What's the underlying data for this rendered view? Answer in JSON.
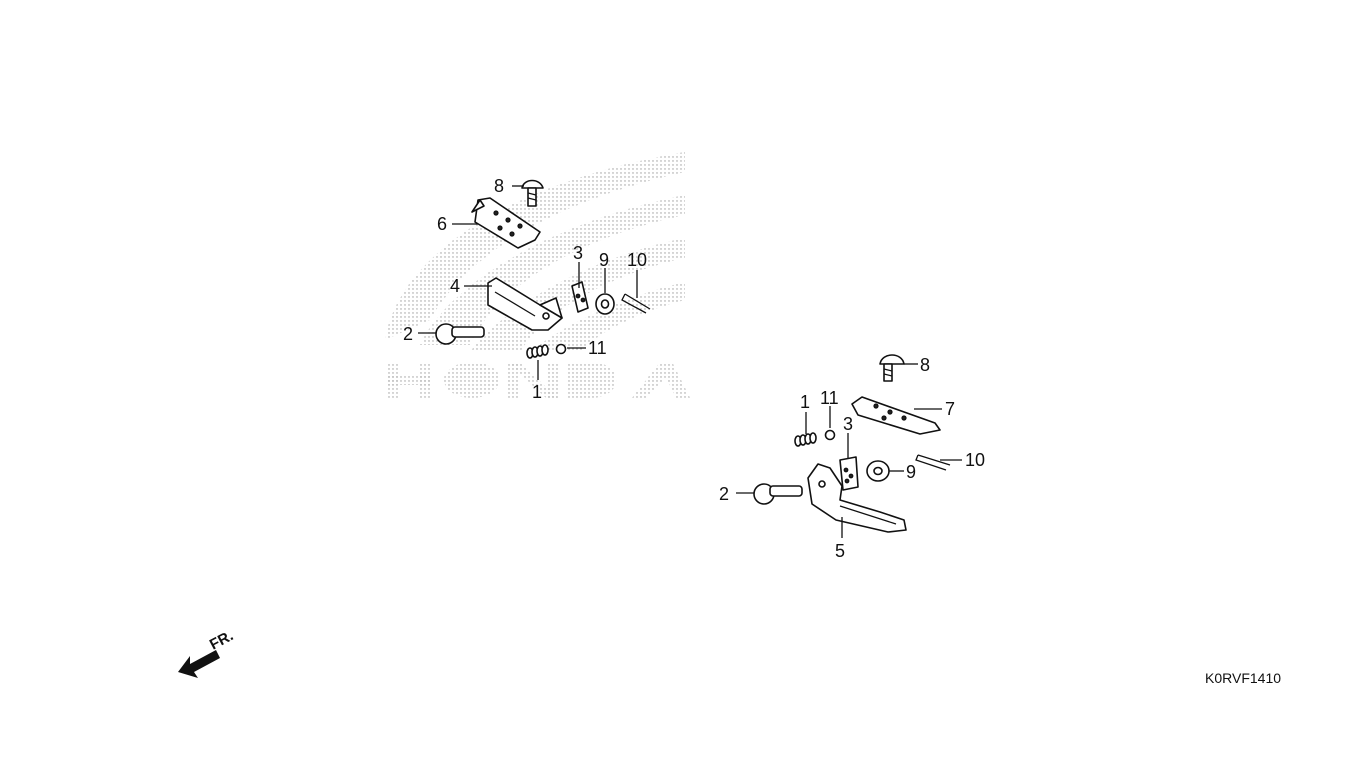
{
  "watermark": {
    "brand_text": "HONDA"
  },
  "direction_indicator": {
    "label": "FR."
  },
  "diagram_code": "K0RVF1410",
  "left_assembly": {
    "callouts": [
      "8",
      "6",
      "3",
      "9",
      "10",
      "4",
      "2",
      "11",
      "1"
    ]
  },
  "right_assembly": {
    "callouts": [
      "8",
      "1",
      "11",
      "7",
      "3",
      "10",
      "9",
      "2",
      "5"
    ]
  }
}
